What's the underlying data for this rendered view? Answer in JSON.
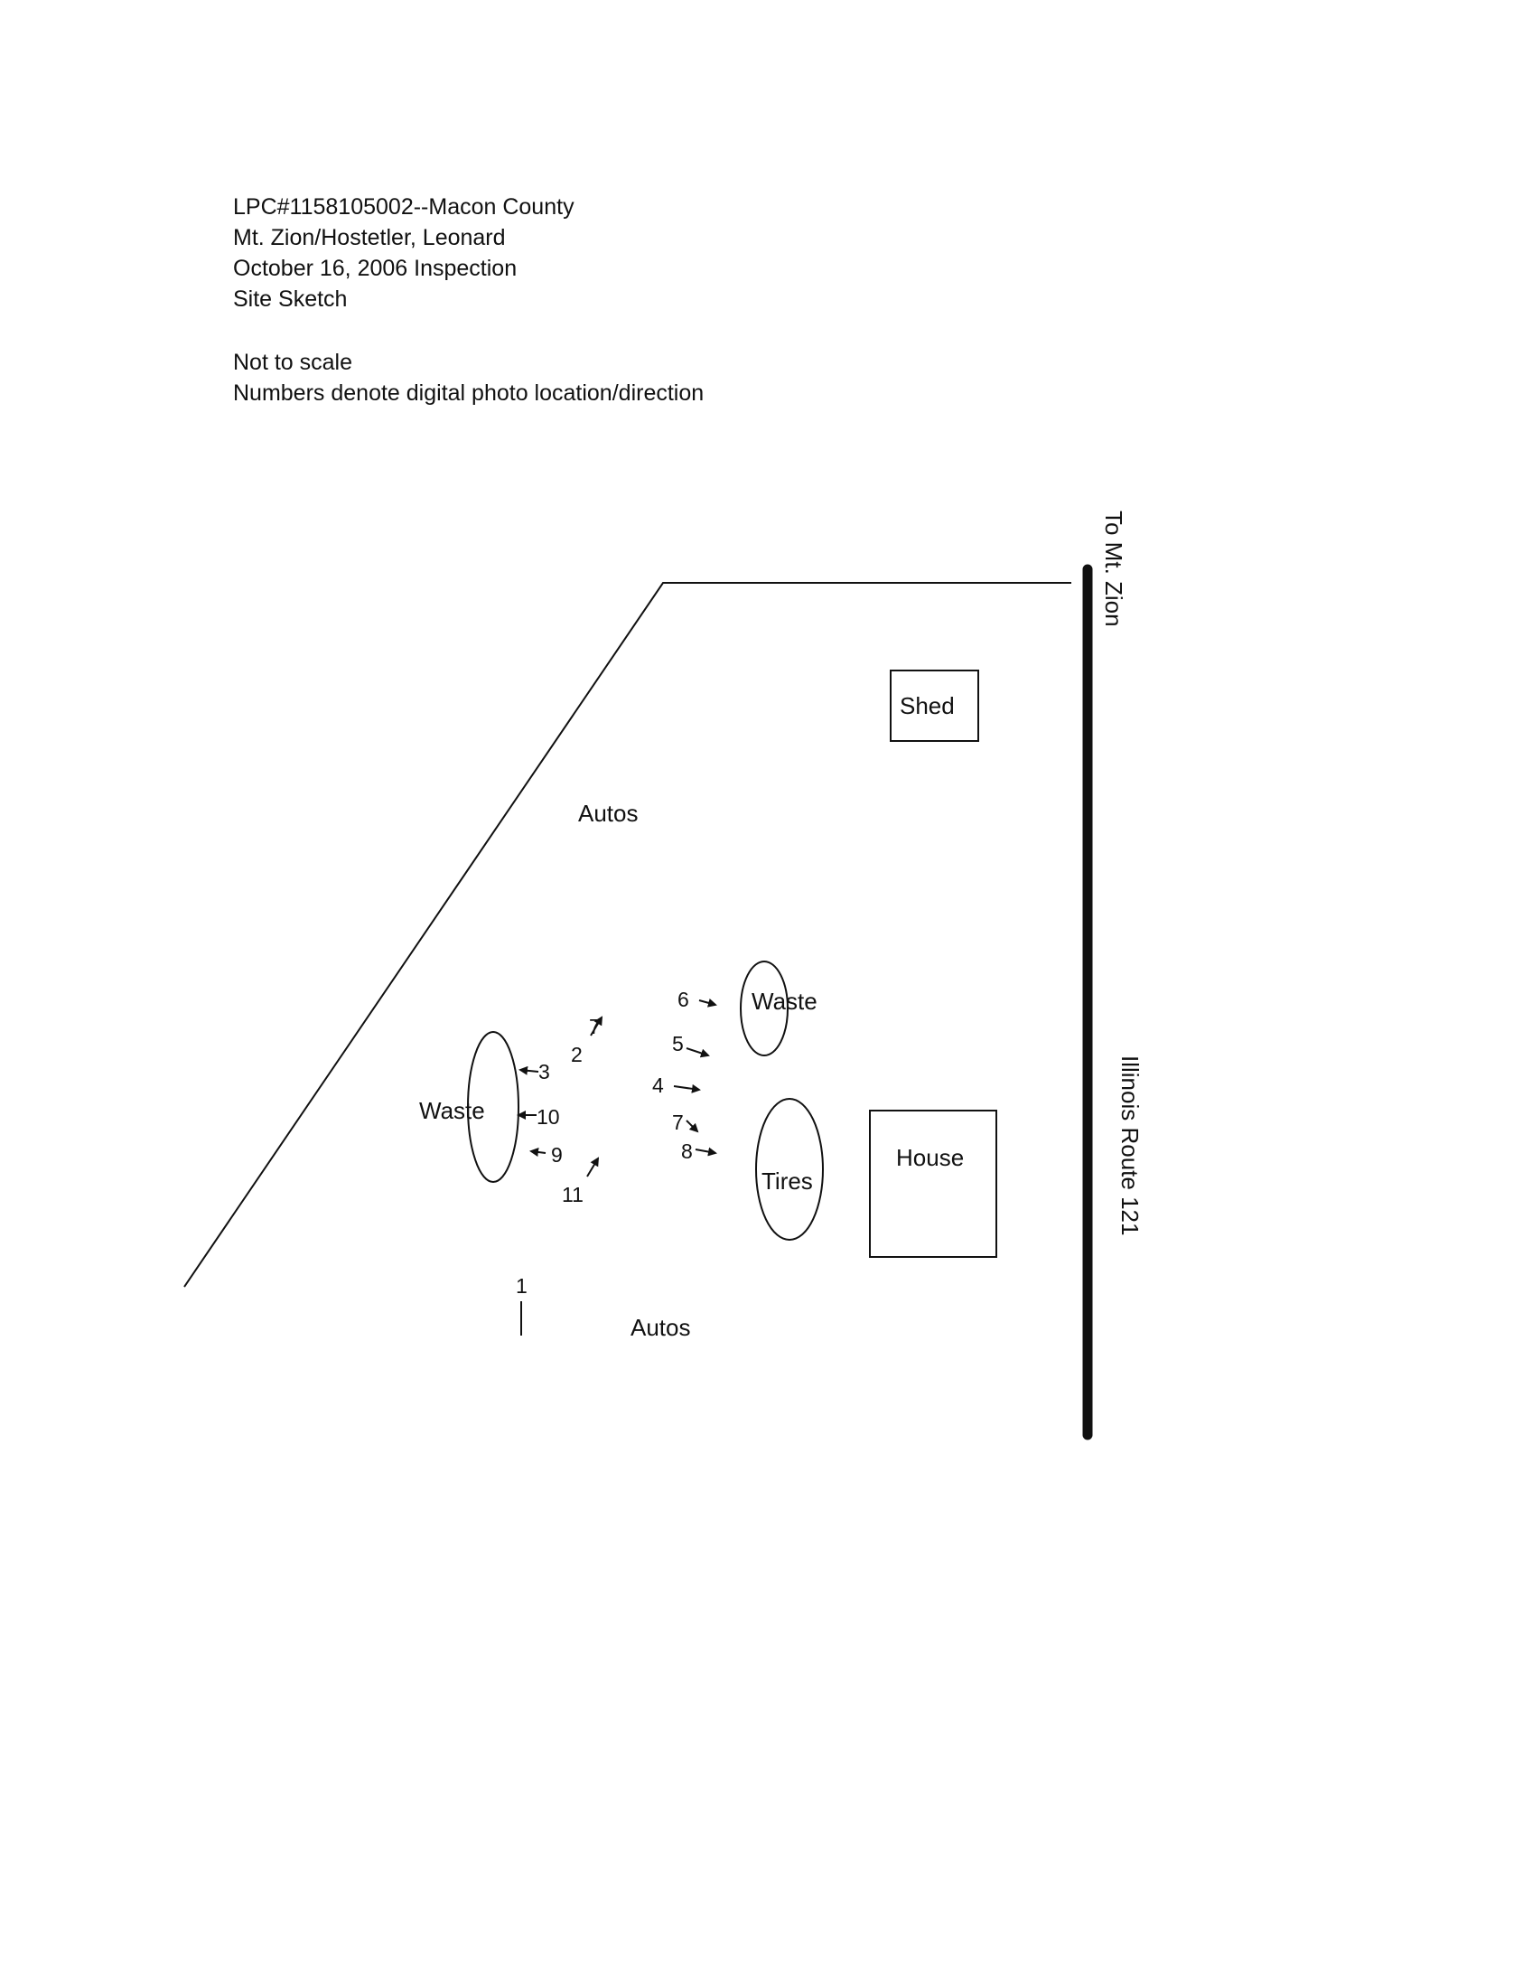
{
  "header": {
    "lpc": "LPC#1158105002--Macon County",
    "site": "Mt. Zion/Hostetler, Leonard",
    "date": "October 16, 2006 Inspection",
    "title": "Site Sketch"
  },
  "notes": {
    "scale": "Not to scale",
    "legend": "Numbers denote digital photo location/direction"
  },
  "labels": {
    "road_north": "To Mt. Zion",
    "road_south": "Illinois Route 121",
    "shed": "Shed",
    "house": "House",
    "autos_top": "Autos",
    "autos_bottom": "Autos",
    "waste_left": "Waste",
    "waste_right": "Waste",
    "tires": "Tires"
  },
  "photos": {
    "p1": "1",
    "p2": "2",
    "p3": "3",
    "p4": "4",
    "p5": "5",
    "p6": "6",
    "p7": "7",
    "p8": "8",
    "p9": "9",
    "p10": "10",
    "p11": "11"
  },
  "colors": {
    "ink": "#111111",
    "paper": "#ffffff"
  }
}
